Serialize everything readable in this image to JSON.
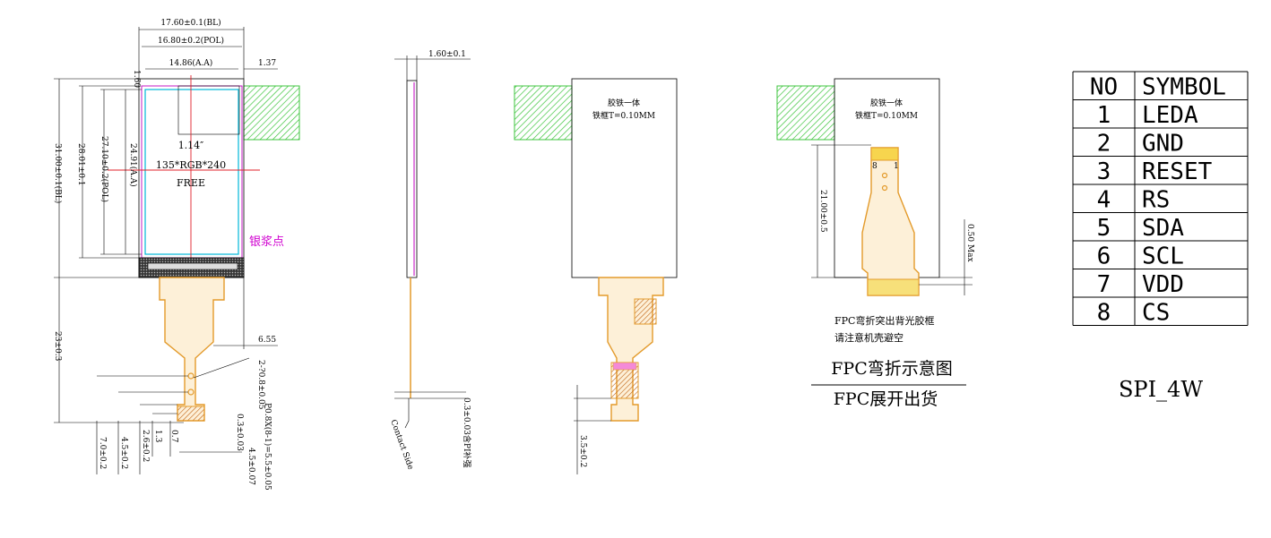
{
  "front_view": {
    "dims": {
      "bl_width": "17.60±0.1(BL)",
      "pol_width": "16.80±0.2(POL)",
      "aa_width": "14.86(A.A)",
      "top_offset": "1.60",
      "right_offset": "1.37",
      "bl_height": "31.00±0.1(BL)",
      "outer_height": "28.01±0.1",
      "pol_height": "27.10±0.2(POL)",
      "aa_height": "24.91(A.A)",
      "fpc_length": "23±0.3",
      "fpc_side": "6.55",
      "pin_spacing": "2-?0.8±0.05",
      "pad_spec": "P0.8X(8-1)=5.5±0.05",
      "pad_thickness": "0.3±0.03",
      "pad_length": "4.5±0.07",
      "dim_70": "7.0±0.2",
      "dim_45": "4.5±0.2",
      "dim_26": "2.6±0.2",
      "dim_13": "1.3",
      "dim_07": "0.7"
    },
    "size_label": "1.14″",
    "resolution": "135*RGB*240",
    "status": "FREE",
    "silver_paste": "银浆点"
  },
  "side_view": {
    "thickness": "1.60±0.1",
    "fpc_thickness": "0.3±0.03含PI补强",
    "contact_side": "Contact Side"
  },
  "back_view": {
    "line1": "胶铁一体",
    "line2": "铁框T=0.10MM",
    "dim": "3.5±0.2"
  },
  "bent_view": {
    "line1": "胶铁一体",
    "line2": "铁框T=0.10MM",
    "height": "21.00±0.5",
    "max": "0.50 Max",
    "pin_first": "8",
    "pin_last": "1",
    "note1": "FPC弯折突出背光胶框",
    "note2": "请注意机壳避空",
    "caption_top": "FPC弯折示意图",
    "caption_bottom": "FPC展开出货"
  },
  "pin_table": {
    "headers": [
      "NO",
      "SYMBOL"
    ],
    "rows": [
      [
        "1",
        "LEDA"
      ],
      [
        "2",
        "GND"
      ],
      [
        "3",
        "RESET"
      ],
      [
        "4",
        "RS"
      ],
      [
        "5",
        "SDA"
      ],
      [
        "6",
        "SCL"
      ],
      [
        "7",
        "VDD"
      ],
      [
        "8",
        "CS"
      ]
    ]
  },
  "interface": "SPI_4W",
  "colors": {
    "fpc": "#e39a2a",
    "hatch": "#3cc43c",
    "aa_border": "#00b8d8",
    "center_line": "#e0202a",
    "silver_label": "#d000d0"
  }
}
